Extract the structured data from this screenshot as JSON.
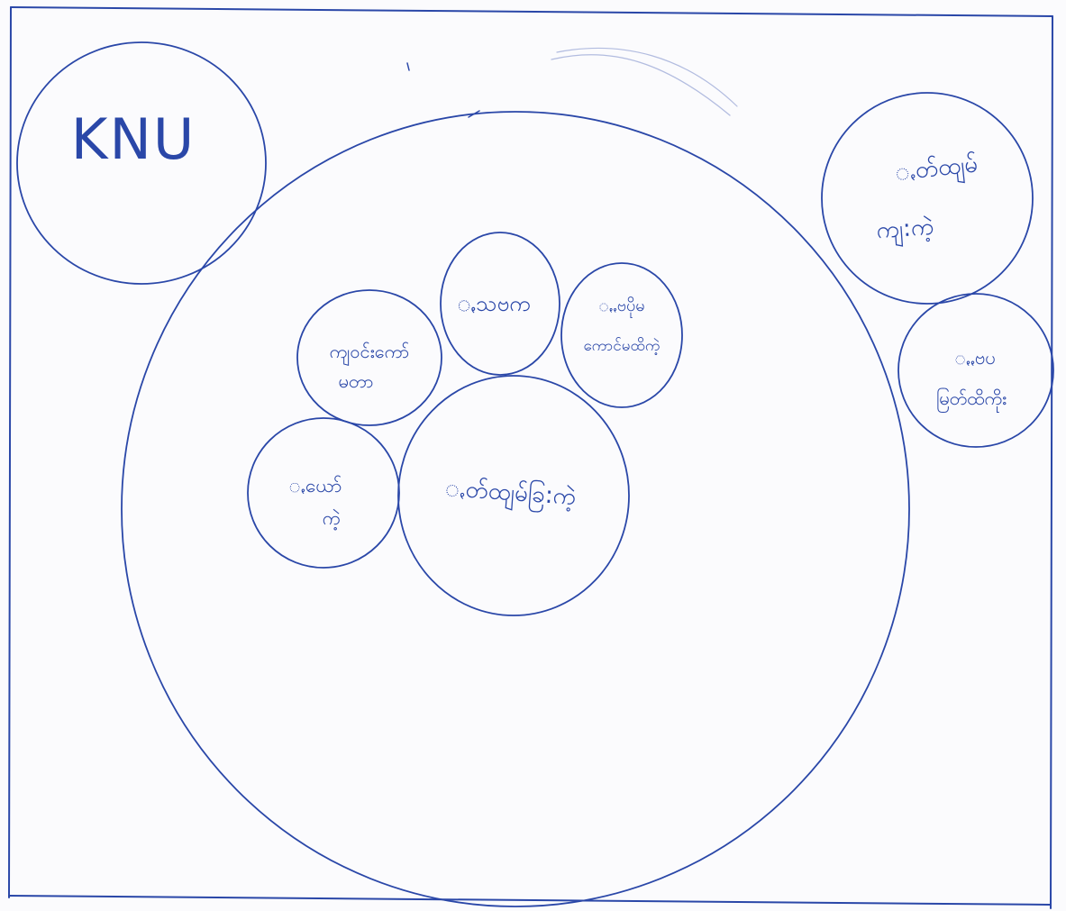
{
  "diagram": {
    "ink_color": "#2a47a8",
    "paper_color": "#fbfbfd",
    "nodes": [
      {
        "id": "knu",
        "label_lines": [
          "KNU"
        ]
      },
      {
        "id": "center",
        "label_lines": [
          "ꩻတ်ထျမ်ခြ:ကဲ့"
        ]
      },
      {
        "id": "top",
        "label_lines": [
          "ꩻသဗက"
        ]
      },
      {
        "id": "left-upper",
        "label_lines": [
          "ကျဝင်းကော်",
          "မတာ"
        ]
      },
      {
        "id": "left-lower",
        "label_lines": [
          "ꩻယော်",
          "ကဲ့"
        ]
      },
      {
        "id": "right-upper",
        "label_lines": [
          "ꩻꩻဗပိုမ",
          "ကောင်မထိကဲ့"
        ]
      },
      {
        "id": "outer-top-right",
        "label_lines": [
          "ꩻတ်ထျမ်",
          "ကျ:ကဲ့"
        ]
      },
      {
        "id": "outer-right",
        "label_lines": [
          "ꩻꩻဗပ",
          "မြတ်ထိကိုး"
        ]
      }
    ]
  }
}
